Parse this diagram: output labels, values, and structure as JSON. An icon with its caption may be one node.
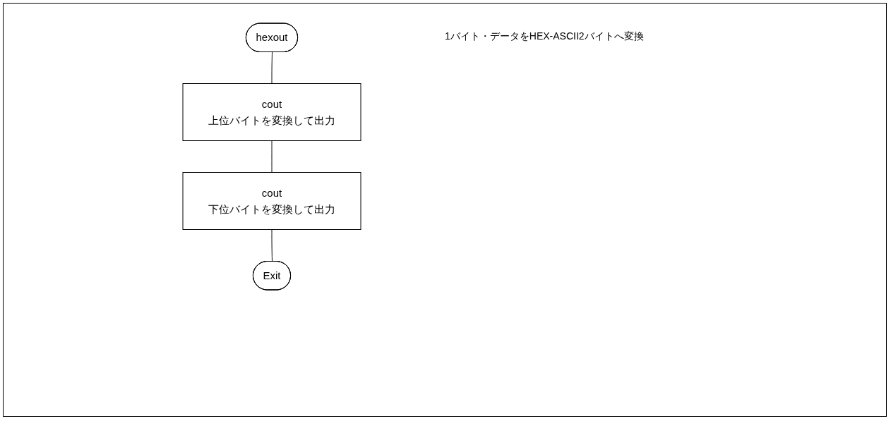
{
  "diagram": {
    "nodes": [
      {
        "text": [
          "hexout"
        ]
      },
      {
        "text": [
          "cout",
          "上位バイトを変換して出力"
        ]
      },
      {
        "text": [
          "cout",
          "下位バイトを変換して出力"
        ]
      },
      {
        "text": [
          "Exit"
        ]
      }
    ],
    "edges": [
      {
        "from": 0,
        "to": 1,
        "arrow": "none"
      },
      {
        "from": 1,
        "to": 2,
        "arrow": "none"
      },
      {
        "from": 2,
        "to": 3,
        "arrow": "none"
      }
    ],
    "labels": [
      "1バイト・データをHEX-ASCII2バイトへ変換"
    ]
  }
}
